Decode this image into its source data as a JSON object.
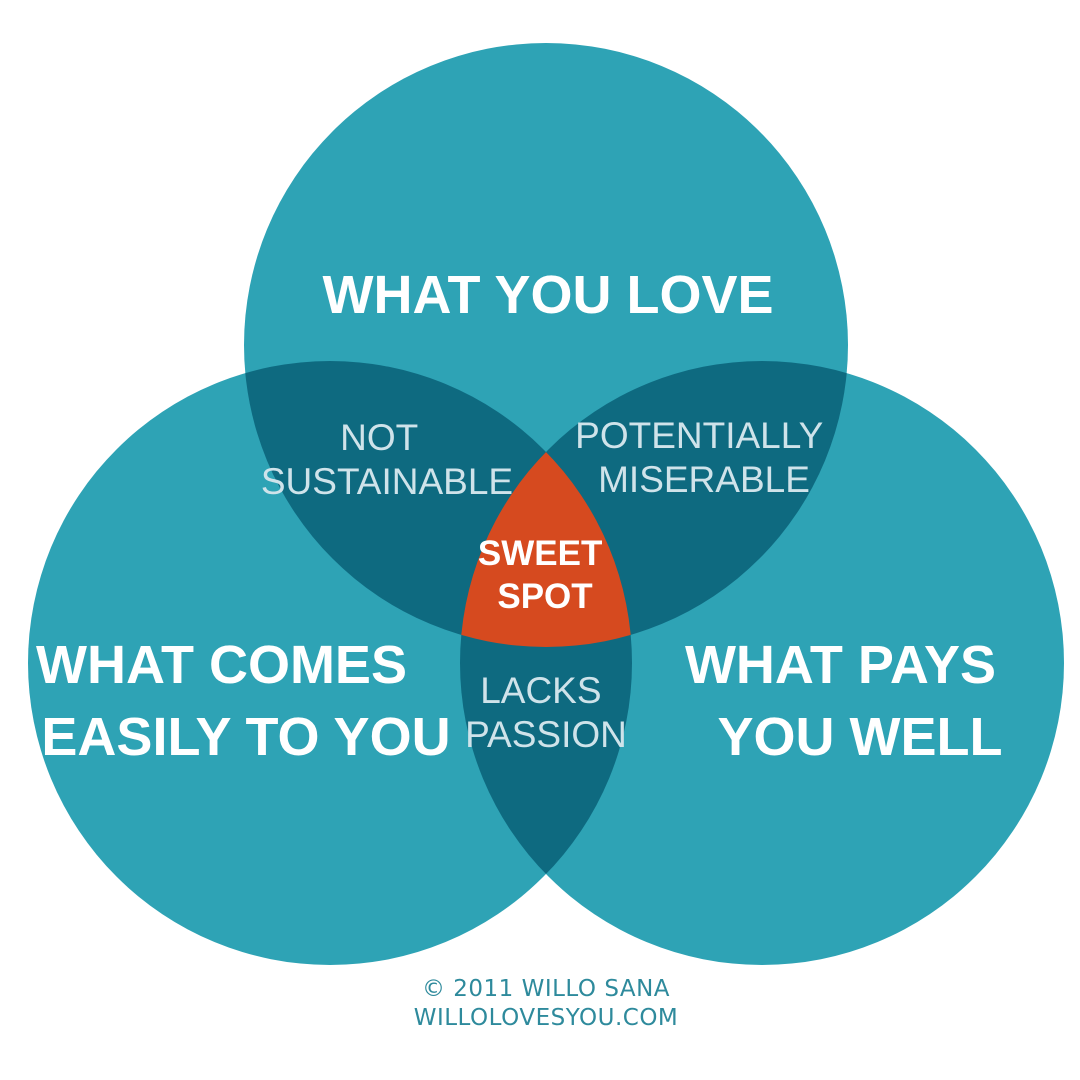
{
  "colors": {
    "circle": "#2ea3b5",
    "overlap": "#0e6a80",
    "center": "#d64a1f",
    "credit_text": "#2e8a9c"
  },
  "circles": {
    "top": {
      "lines": [
        "WHAT YOU LOVE"
      ]
    },
    "left": {
      "lines": [
        "WHAT COMES",
        "EASILY TO YOU"
      ]
    },
    "right": {
      "lines": [
        "WHAT PAYS",
        "YOU WELL"
      ]
    }
  },
  "overlaps": {
    "top_left": {
      "lines": [
        "NOT",
        "SUSTAINABLE"
      ]
    },
    "top_right": {
      "lines": [
        "POTENTIALLY",
        "MISERABLE"
      ]
    },
    "left_right": {
      "lines": [
        "LACKS",
        "PASSION"
      ]
    }
  },
  "center": {
    "lines": [
      "SWEET",
      "SPOT"
    ]
  },
  "credit": {
    "copyright": "© 2011 WILLO SANA",
    "website": "WILLOLOVESYOU.COM"
  }
}
